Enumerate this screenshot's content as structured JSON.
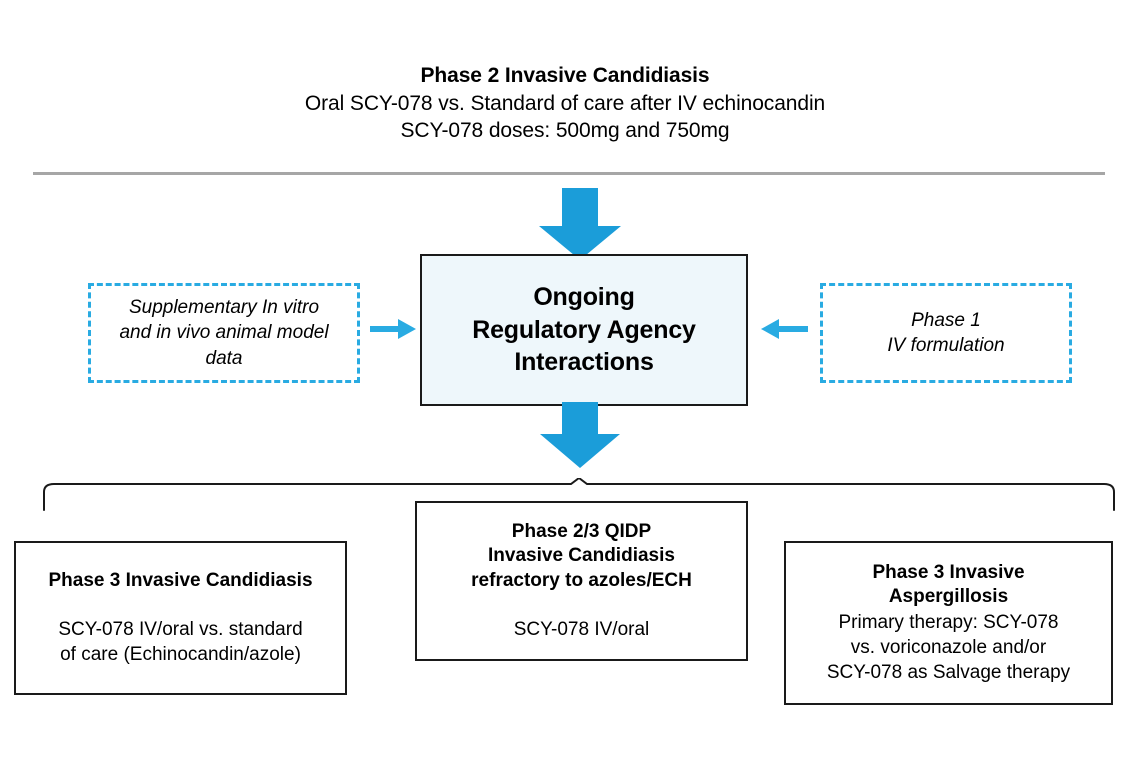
{
  "header": {
    "title": "Phase 2 Invasive Candidiasis",
    "line2": "Oral SCY-078 vs. Standard of care after IV echinocandin",
    "line3": "SCY-078 doses: 500mg and 750mg"
  },
  "center": {
    "line1": "Ongoing",
    "line2": "Regulatory Agency",
    "line3": "Interactions"
  },
  "left_support": {
    "line1": "Supplementary In vitro",
    "line2": "and in vivo animal model",
    "line3": "data"
  },
  "right_support": {
    "line1": "Phase 1",
    "line2": "IV formulation"
  },
  "bottom": {
    "left": {
      "title": "Phase 3 Invasive Candidiasis",
      "body1": "SCY-078 IV/oral vs. standard",
      "body2": "of care (Echinocandin/azole)"
    },
    "center": {
      "title1": "Phase 2/3 QIDP",
      "title2": "Invasive Candidiasis",
      "title3": "refractory to azoles/ECH",
      "body1": "SCY-078 IV/oral"
    },
    "right": {
      "title1": "Phase 3 Invasive",
      "title2": "Aspergillosis",
      "body1": "Primary therapy: SCY-078",
      "body2": "vs. voriconazole  and/or",
      "body3": "SCY-078 as Salvage therapy"
    }
  },
  "icons": {
    "arrow_down_top": "arrow-down-block-icon",
    "arrow_down_bottom": "arrow-down-block-icon",
    "arrow_right": "arrow-right-icon",
    "arrow_left": "arrow-left-icon",
    "bracket": "bracket-icon"
  },
  "colors": {
    "accent_blue": "#1b9dd9",
    "dashed_cyan": "#29abe2",
    "center_fill": "#eef7fb",
    "rule_gray": "#a6a6a6",
    "border_dark": "#1a1a1a"
  }
}
